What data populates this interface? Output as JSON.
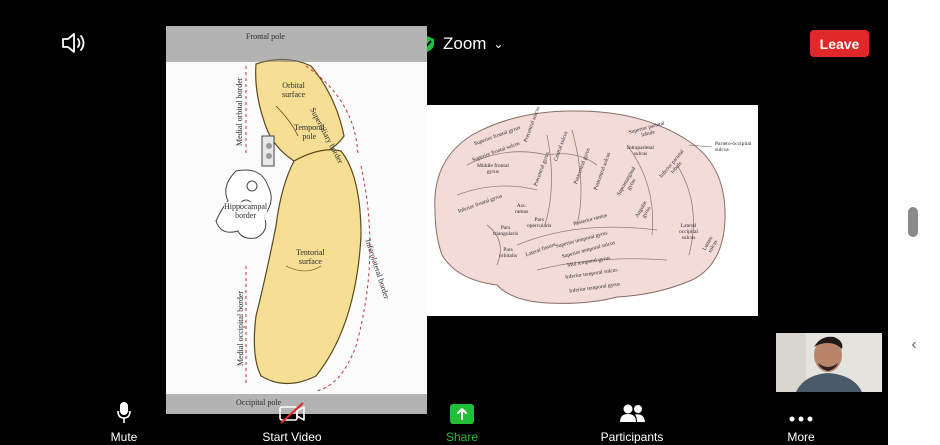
{
  "header": {
    "app_title": "Zoom",
    "leave_label": "Leave",
    "brand_color": "#1fbf3a",
    "leave_color": "#e02828"
  },
  "slide_left": {
    "labels": {
      "frontal_pole": "Frontal pole",
      "orbital_surface": "Orbital\nsurface",
      "temporal_pole": "Temporal\npole",
      "superciliary_border": "Superciliary border",
      "medial_orbital_border": "Medial orbital border",
      "hippocampal_border": "Hippocampal\nborder",
      "tentorial_surface": "Tentorial\nsurface",
      "inferolateral_border": "Inferolateral border",
      "medial_occipital_border": "Medial occipital border",
      "occipital_pole": "Occipital pole"
    }
  },
  "slide_right": {
    "labels": {
      "superior_frontal_gyrus": "Superior frontal gyrus",
      "superior_frontal_sulcus": "Superior frontal sulcus",
      "middle_frontal_gyrus": "Middle frontal\ngyrus",
      "precentral_sulcus": "Precentral sulcus",
      "precentral_gyrus": "Precentral gyrus",
      "central_sulcus": "Central sulcus",
      "postcentral_gyrus": "Postcentral gyrus",
      "postcentral_sulcus": "Postcentral sulcus",
      "superior_parietal_lobule": "Superior parietal\nlobule",
      "intraparietal_sulcus": "Intraparietal\nsulcus",
      "inferior_parietal_lobule": "Inferior parietal\nlobule",
      "parieto_occipital_sulcus": "Parieto-occipital\nsulcus",
      "inferior_frontal_gyrus": "Inferior frontal gyrus",
      "asc_ramus": "Asc.\nramus",
      "pars_opercularis": "Pars\nopercularis",
      "pars_triangularis": "Pars\ntriangularis",
      "pars_orbitalis": "Pars\norbitalis",
      "lateral_fissure": "Lateral fissure",
      "posterior_ramus": "Posterior ramus",
      "superior_temporal_gyrus": "Superior temporal gyrus",
      "superior_temporal_sulcus": "Superior temporal sulcus",
      "mid_temporal_gyrus": "Mid temporal gyrus",
      "inferior_temporal_sulcus": "Inferior temporal sulcus",
      "inferior_temporal_gyrus": "Inferior temporal gyrus",
      "supramarginal_gyrus": "Supramarginal\ngyrus",
      "angular_gyrus": "Angular\ngyrus",
      "lateral_occipital_sulcus": "Lateral\noccipital\nsulcus",
      "lunate_sulcus": "Lunate\nsulcus"
    }
  },
  "toolbar": {
    "mute_label": "Mute",
    "start_video_label": "Start Video",
    "share_label": "Share",
    "participants_label": "Participants",
    "more_label": "More",
    "share_color": "#1fbf3a"
  }
}
